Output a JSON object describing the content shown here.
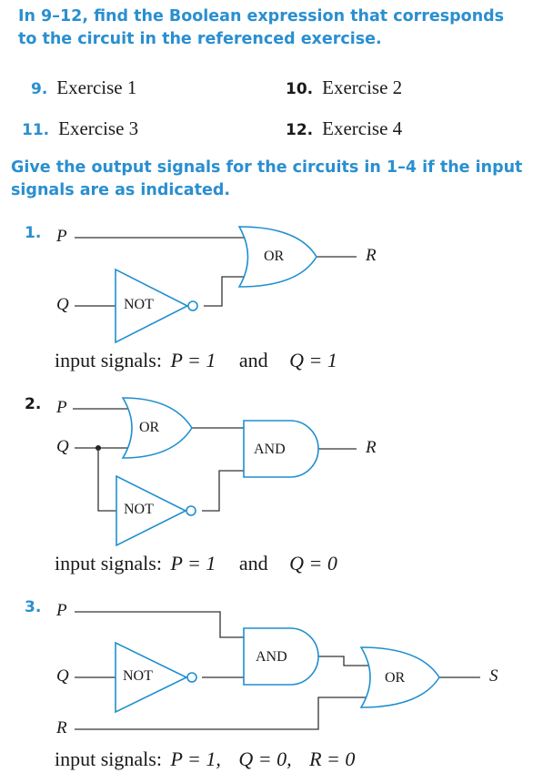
{
  "section_heading_1": "In 9–12, find the Boolean expression that corresponds to the circuit in the referenced exercise.",
  "exercises": [
    {
      "number": "9.",
      "label": "Exercise 1"
    },
    {
      "number": "10.",
      "label": "Exercise 2"
    },
    {
      "number": "11.",
      "label": "Exercise 3"
    },
    {
      "number": "12.",
      "label": "Exercise 4"
    }
  ],
  "section_heading_2": "Give the output signals for the circuits in 1–4 if the input signals are as indicated.",
  "problems": [
    {
      "number": "1.",
      "inputs": [
        "P",
        "Q"
      ],
      "gates": [
        "OR",
        "NOT"
      ],
      "output": "R",
      "signals": {
        "prefix": "input signals:",
        "p": "P = 1",
        "and": "and",
        "q": "Q = 1"
      }
    },
    {
      "number": "2.",
      "inputs": [
        "P",
        "Q"
      ],
      "gates": [
        "OR",
        "AND",
        "NOT"
      ],
      "output": "R",
      "signals": {
        "prefix": "input signals:",
        "p": "P = 1",
        "and": "and",
        "q": "Q = 0"
      }
    },
    {
      "number": "3.",
      "inputs": [
        "P",
        "Q",
        "R"
      ],
      "gates": [
        "AND",
        "NOT",
        "OR"
      ],
      "output": "S",
      "signals": {
        "prefix": "input signals:",
        "p": "P = 1,",
        "q": "Q = 0,",
        "r": "R = 0"
      }
    }
  ]
}
